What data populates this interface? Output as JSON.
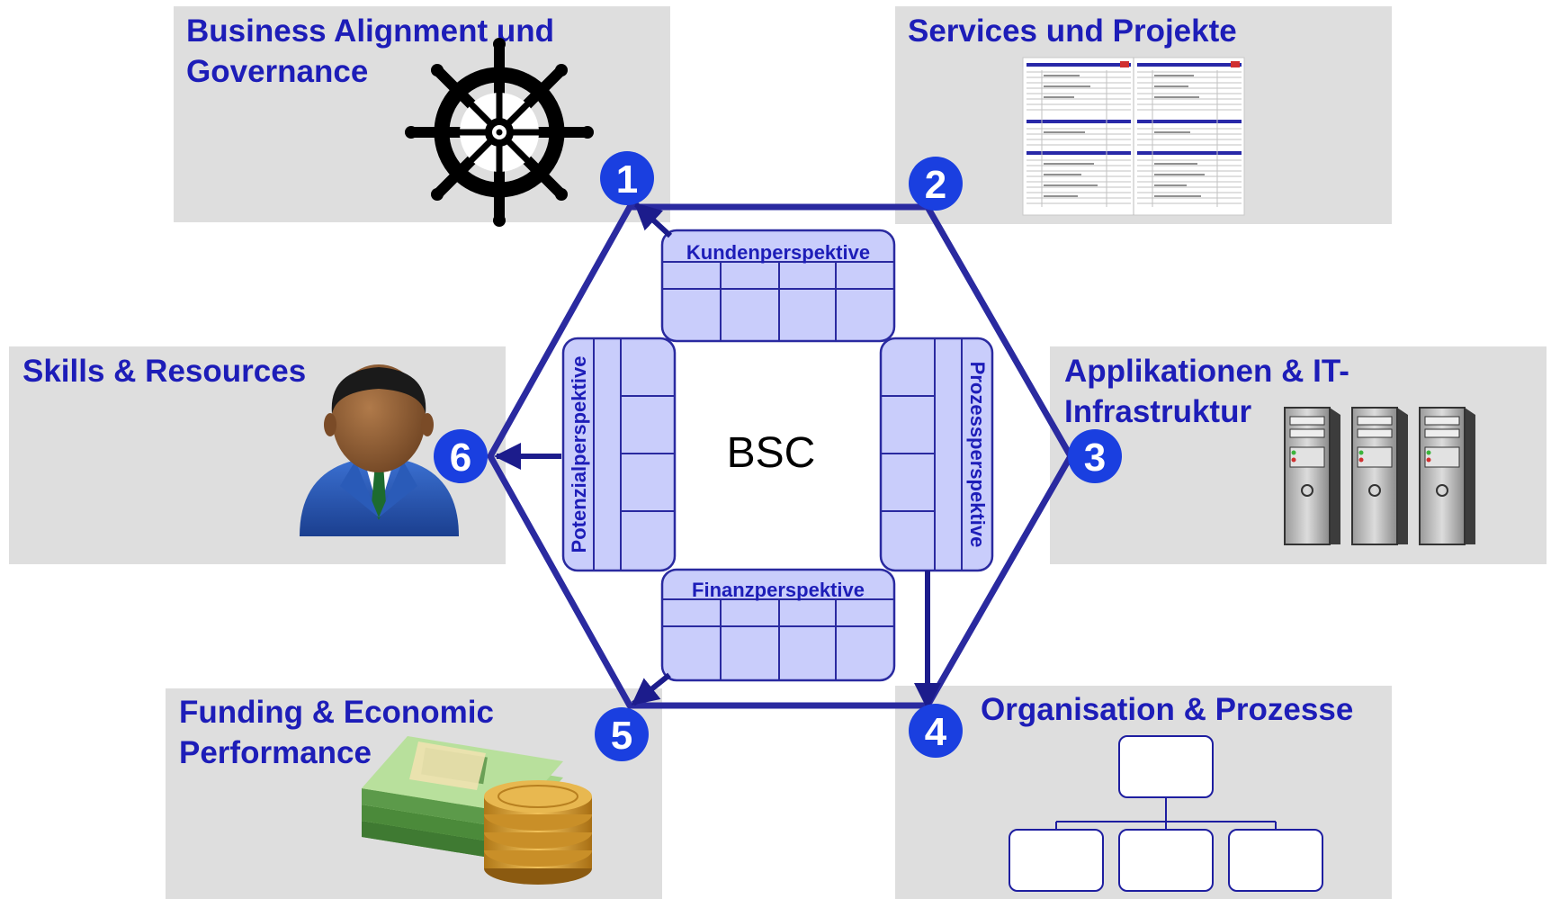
{
  "center_label": "BSC",
  "perspectives": {
    "kunden": "Kundenperspektive",
    "prozess": "Prozessperspektive",
    "finanz": "Finanzperspektive",
    "potenzial": "Potenzialperspektive"
  },
  "domains": [
    {
      "number": "1",
      "title_lines": [
        "Business Alignment und",
        "Governance"
      ],
      "icon": "ship-wheel-icon"
    },
    {
      "number": "2",
      "title_lines": [
        "Services und Projekte"
      ],
      "icon": "service-document-icon"
    },
    {
      "number": "3",
      "title_lines": [
        "Applikationen & IT-",
        "Infrastruktur"
      ],
      "icon": "server-icon"
    },
    {
      "number": "4",
      "title_lines": [
        "Organisation & Prozesse"
      ],
      "icon": "org-chart-icon"
    },
    {
      "number": "5",
      "title_lines": [
        "Funding & Economic",
        "Performance"
      ],
      "icon": "money-icon"
    },
    {
      "number": "6",
      "title_lines": [
        "Skills & Resources"
      ],
      "icon": "person-icon"
    }
  ],
  "colors": {
    "panel": "#dedede",
    "accent": "#1d1db8",
    "hexagon": "#2a2aa0",
    "marker": "#1a3fe0",
    "perspective_fill": "#c9cdfb"
  }
}
